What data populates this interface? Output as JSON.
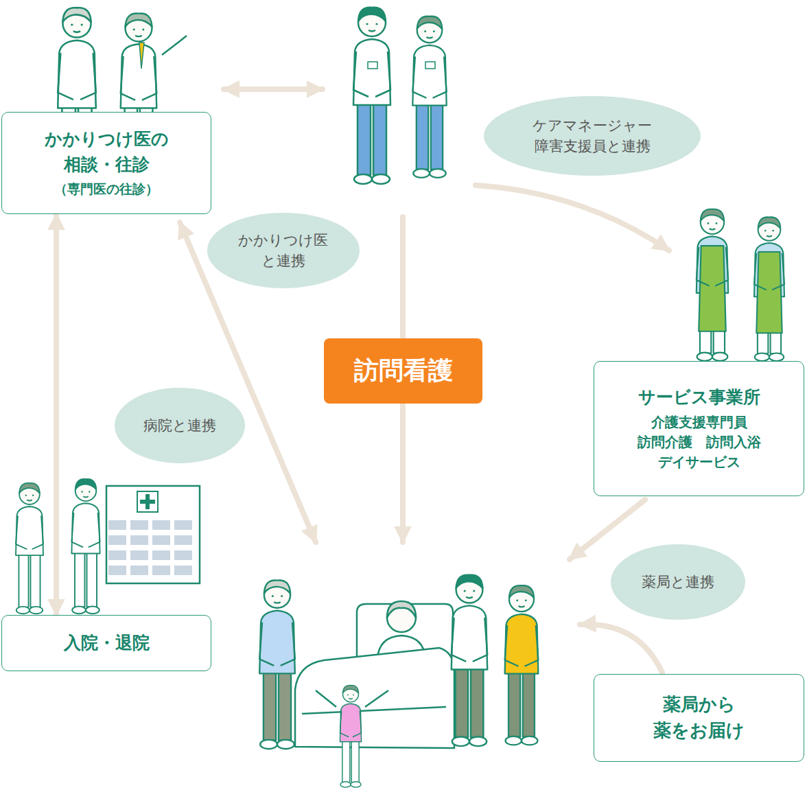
{
  "diagram": {
    "nodes": [
      {
        "text": [
          "かかりつけ医の 相談・往診",
          "（専門医の往診）"
        ]
      },
      {
        "text": [
          "ケアマネージャー 障害支援員と連携"
        ]
      },
      {
        "text": [
          "かかりつけ医 と連携"
        ]
      },
      {
        "text": [
          "訪問看護"
        ]
      },
      {
        "text": [
          "サービス事業所",
          "介護支援専門員 訪問介護　訪問入浴 デイサービス"
        ]
      },
      {
        "text": [
          "病院と連携"
        ]
      },
      {
        "text": [
          "入院・退院"
        ]
      },
      {
        "text": [
          "薬局と連携"
        ]
      },
      {
        "text": [
          "薬局から 薬をお届け"
        ]
      }
    ],
    "edges": [
      {
        "from": 0,
        "to": 6,
        "arrow": "both"
      }
    ]
  }
}
